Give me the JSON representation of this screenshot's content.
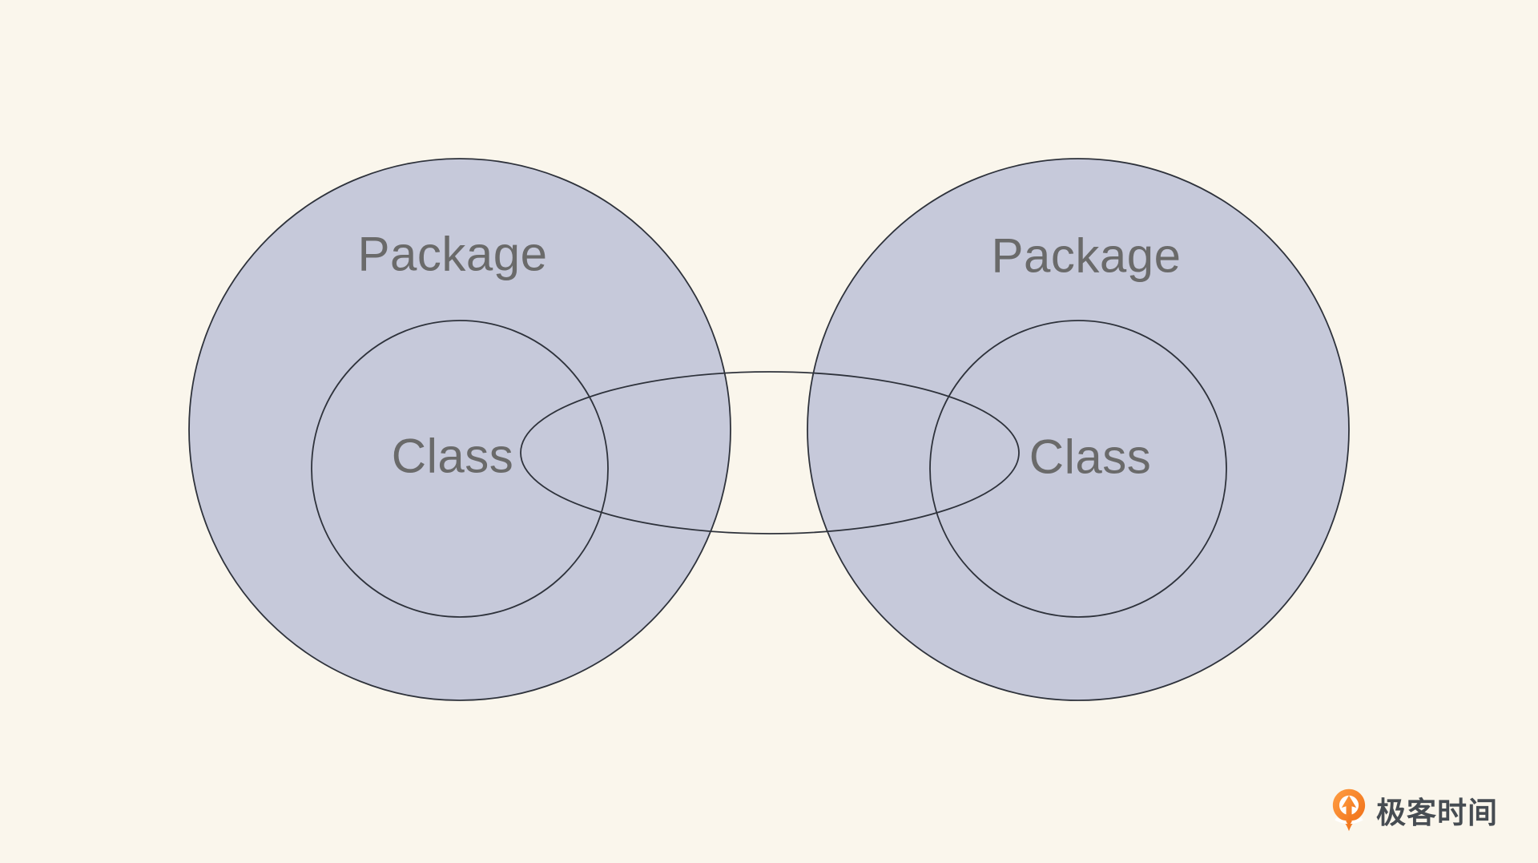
{
  "diagram": {
    "left_package_label": "Package",
    "left_class_label": "Class",
    "right_package_label": "Package",
    "right_class_label": "Class"
  },
  "branding": {
    "logo_text": "极客时间"
  },
  "colors": {
    "background": "#faf6ec",
    "shape_fill": "#c6c9da",
    "shape_stroke": "#2e323b",
    "label_text": "#6a6a6a",
    "logo_text": "#464c52",
    "logo_orange_light": "#ff9e43",
    "logo_orange_dark": "#ee6a12"
  }
}
